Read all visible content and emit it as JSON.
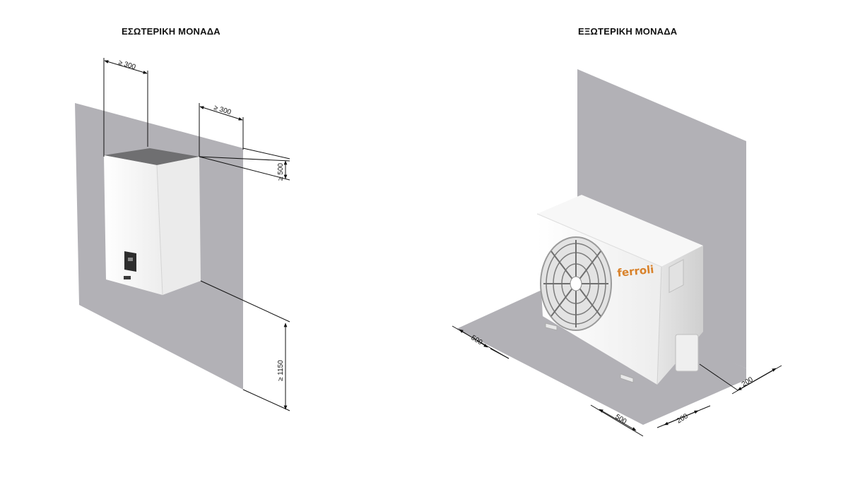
{
  "left_panel": {
    "title": "ΕΣΩΤΕΡΙΚΗ ΜΟΝΑΔΑ",
    "dimensions": {
      "left_clearance": "≥ 300",
      "right_clearance": "≥ 300",
      "top_clearance": "≥ 500",
      "bottom_clearance": "≥ 1150"
    }
  },
  "right_panel": {
    "title": "ΕΞΩΤΕΡΙΚΗ ΜΟΝΑΔΑ",
    "brand": "ferroli",
    "dimensions": {
      "left_front": "500",
      "front": "500",
      "right_front": "200",
      "right_back": "200"
    }
  },
  "colors": {
    "wall": "#b2b1b6",
    "unit_body": "#f4f4f4",
    "brand_orange": "#d9822b"
  }
}
